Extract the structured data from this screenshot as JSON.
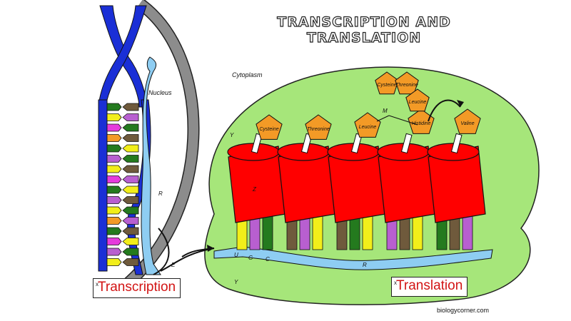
{
  "title": "TRANSCRIPTION AND TRANSLATION",
  "labels": {
    "nucleus": "Nucleus",
    "cytoplasm": "Cytoplasm",
    "transcription": "Transcription",
    "translation": "Translation",
    "credit": "biologycorner.com",
    "x_mark": "x"
  },
  "amino_acids": [
    "Cysteine",
    "Threonine",
    "Leucine",
    "Histidine",
    "Valine"
  ],
  "chain": [
    "Cysteine",
    "Threonine",
    "Leucine"
  ],
  "letters": {
    "y1": "Y",
    "z": "Z",
    "m": "M",
    "r1": "R",
    "e": "E",
    "u": "U",
    "g": "G",
    "c": "C",
    "r2": "R",
    "y2": "Y"
  },
  "colors": {
    "dna": "#1a2fd6",
    "mrna": "#8ecdf2",
    "cytoplasm": "#a6e67a",
    "trna": "#ff0000",
    "amino": "#f39a26",
    "label_red": "#d21414",
    "purple": "#b85fd0",
    "green": "#247a1e",
    "yellow": "#f2ee1a",
    "brown": "#6f5a3c",
    "magenta": "#e53bdc",
    "orange": "#f39a26"
  }
}
